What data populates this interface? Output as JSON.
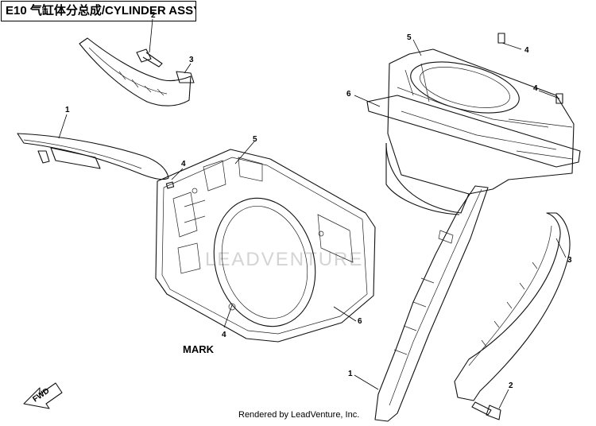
{
  "header": {
    "title": "E10 气缸体分总成/CYLINDER ASSY"
  },
  "callouts": {
    "c1_top": "1",
    "c2_top": "2",
    "c3_top": "3",
    "c4_mid": "4",
    "c5_mid": "5",
    "c4_mark": "4",
    "c6_mid": "6",
    "c5_right": "5",
    "c4_right_a": "4",
    "c6_right": "6",
    "c4_right_b": "4",
    "c3_right": "3",
    "c1_bottom": "1",
    "c2_bottom": "2"
  },
  "mark_label": "MARK",
  "fwd_label": "FWD",
  "watermark": "LEADVENTURE",
  "footer": {
    "text": "Rendered by LeadVenture, Inc."
  }
}
